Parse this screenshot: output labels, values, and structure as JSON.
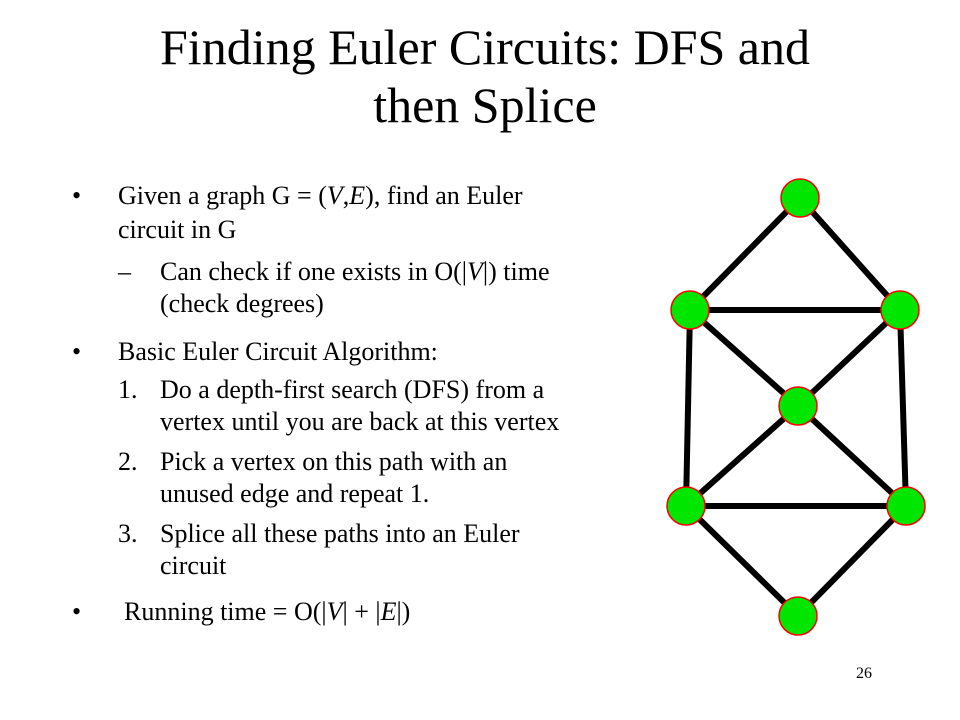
{
  "slide": {
    "title_line1": "Finding Euler Circuits: DFS and",
    "title_line2": "then Splice",
    "bullet_glyph": "•",
    "dash_glyph": "–",
    "b1_line1_a": "Given a graph G = (",
    "b1_line1_V": "V",
    "b1_line1_b": ",",
    "b1_line1_E": "E",
    "b1_line1_c": "), find an Euler",
    "b1_line2": "circuit in G",
    "sub1_line1_a": "Can check if one exists in O(|",
    "sub1_line1_V": "V",
    "sub1_line1_b": "|) time",
    "sub1_line2": "(check degrees)",
    "b2_heading": "Basic Euler Circuit Algorithm:",
    "step1_num": "1.",
    "step1_line1": "Do a depth-first search (DFS) from a",
    "step1_line2": "vertex until you are back at this vertex",
    "step2_num": "2.",
    "step2_line1": "Pick a vertex on this path with an",
    "step2_line2": "unused edge and repeat 1.",
    "step3_num": "3.",
    "step3_line1": "Splice all these paths into an Euler",
    "step3_line2": "circuit",
    "b3_a": "Running time = O(|",
    "b3_V": "V",
    "b3_b": "| + |",
    "b3_E": "E",
    "b3_c": "|)",
    "slide_number": "26"
  },
  "graph": {
    "node_fill": "#00e600",
    "node_stroke": "#ff0000",
    "edge_color": "#000000",
    "nodes": [
      "top",
      "upper-left",
      "upper-right",
      "center",
      "lower-left",
      "lower-right",
      "bottom"
    ],
    "edges": [
      [
        "top",
        "upper-left"
      ],
      [
        "top",
        "upper-right"
      ],
      [
        "upper-left",
        "upper-right"
      ],
      [
        "upper-left",
        "lower-left"
      ],
      [
        "upper-right",
        "lower-right"
      ],
      [
        "upper-left",
        "center"
      ],
      [
        "upper-right",
        "center"
      ],
      [
        "center",
        "lower-left"
      ],
      [
        "center",
        "lower-right"
      ],
      [
        "lower-left",
        "lower-right"
      ],
      [
        "lower-left",
        "bottom"
      ],
      [
        "lower-right",
        "bottom"
      ]
    ]
  }
}
